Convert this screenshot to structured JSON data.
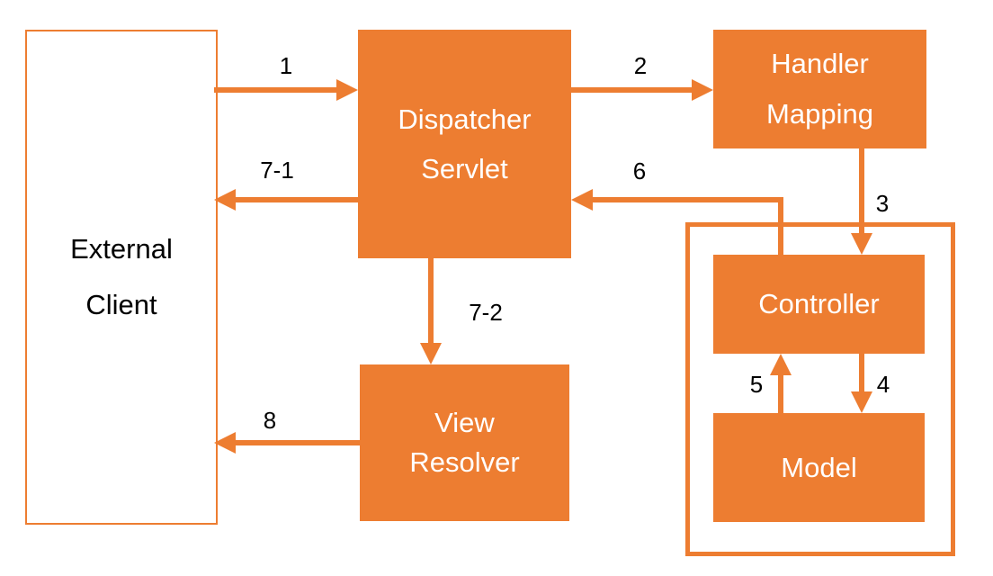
{
  "diagram": {
    "nodes": {
      "external_client": {
        "line1": "External",
        "line2": "Client"
      },
      "dispatcher_servlet": {
        "line1": "Dispatcher",
        "line2": "Servlet"
      },
      "handler_mapping": {
        "line1": "Handler",
        "line2": "Mapping"
      },
      "controller": {
        "label": "Controller"
      },
      "model": {
        "label": "Model"
      },
      "view_resolver": {
        "line1": "View",
        "line2": "Resolver"
      }
    },
    "arrows": {
      "a1": {
        "label": "1",
        "from": "external-client",
        "to": "dispatcher-servlet"
      },
      "a2": {
        "label": "2",
        "from": "dispatcher-servlet",
        "to": "handler-mapping"
      },
      "a3": {
        "label": "3",
        "from": "handler-mapping",
        "to": "controller"
      },
      "a4": {
        "label": "4",
        "from": "controller",
        "to": "model"
      },
      "a5": {
        "label": "5",
        "from": "model",
        "to": "controller"
      },
      "a6": {
        "label": "6",
        "from": "controller",
        "to": "dispatcher-servlet"
      },
      "a7_1": {
        "label": "7-1",
        "from": "dispatcher-servlet",
        "to": "external-client"
      },
      "a7_2": {
        "label": "7-2",
        "from": "dispatcher-servlet",
        "to": "view-resolver"
      },
      "a8": {
        "label": "8",
        "from": "view-resolver",
        "to": "external-client"
      }
    },
    "colors": {
      "accent": "#ED7D31",
      "node_text": "#FFFFFF",
      "label_text": "#000000",
      "background": "#FFFFFF"
    }
  }
}
